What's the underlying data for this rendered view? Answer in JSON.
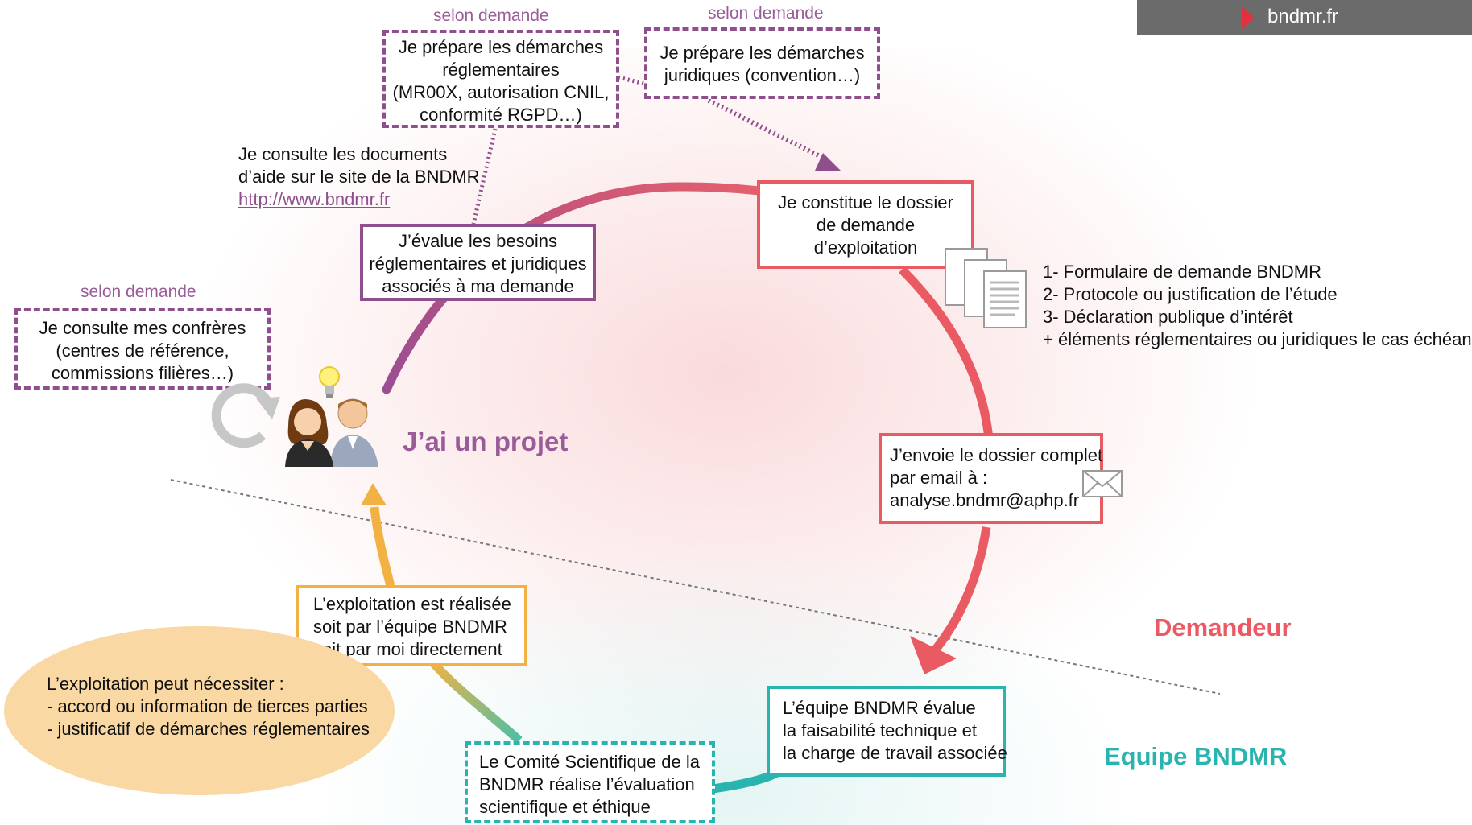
{
  "topbar": {
    "site": "bndmr.fr"
  },
  "center_title": "J’ai un projet",
  "labels": {
    "selon_demande_1": "selon demande",
    "selon_demande_2": "selon demande",
    "selon_demande_3": "selon demande"
  },
  "boxes": {
    "demarches_reglementaires": [
      "Je prépare les démarches",
      "réglementaires",
      "(MR00X, autorisation CNIL,",
      "conformité RGPD…)"
    ],
    "demarches_juridiques": [
      "Je prépare les démarches",
      "juridiques (convention…)"
    ],
    "consulte_documents": [
      "Je consulte les documents",
      "d’aide sur le site de la BNDMR"
    ],
    "consulte_documents_link": "http://www.bndmr.fr",
    "evalue_besoins": [
      "J’évalue les besoins",
      "réglementaires et juridiques",
      "associés à ma demande"
    ],
    "consulte_confreres": [
      "Je consulte mes confrères",
      "(centres de référence,",
      "commissions filières…)"
    ],
    "constitue_dossier": [
      "Je constitue le dossier",
      "de demande",
      "d’exploitation"
    ],
    "dossier_items": [
      "1- Formulaire de demande BNDMR",
      "2- Protocole ou justification de l’étude",
      "3- Déclaration publique d’intérêt",
      "+ éléments réglementaires ou juridiques le cas échéant"
    ],
    "envoie_dossier": [
      "J’envoie le dossier complet",
      "par email à :",
      "analyse.bndmr@aphp.fr"
    ],
    "exploitation_realisee": [
      "L’exploitation est réalisée",
      "soit par l’équipe BNDMR",
      "soit par moi directement"
    ],
    "exploitation_necessite": [
      "L’exploitation peut nécessiter :",
      "- accord ou information de tierces parties",
      "- justificatif de démarches réglementaires"
    ],
    "equipe_evalue": [
      "L’équipe BNDMR évalue",
      "la faisabilité technique et",
      "la charge de travail associée"
    ],
    "comite_scientifique": [
      "Le Comité Scientifique de la",
      "BNDMR réalise l’évaluation",
      "scientifique et éthique"
    ]
  },
  "sides": {
    "demandeur": "Demandeur",
    "equipe": "Equipe BNDMR"
  },
  "icons": [
    "people-icon",
    "lightbulb-icon",
    "refresh-icon",
    "documents-icon",
    "envelope-icon"
  ],
  "colors": {
    "purple": "#8e4f8c",
    "red": "#ea5a63",
    "orange": "#f2b243",
    "teal": "#2ab4b0"
  }
}
